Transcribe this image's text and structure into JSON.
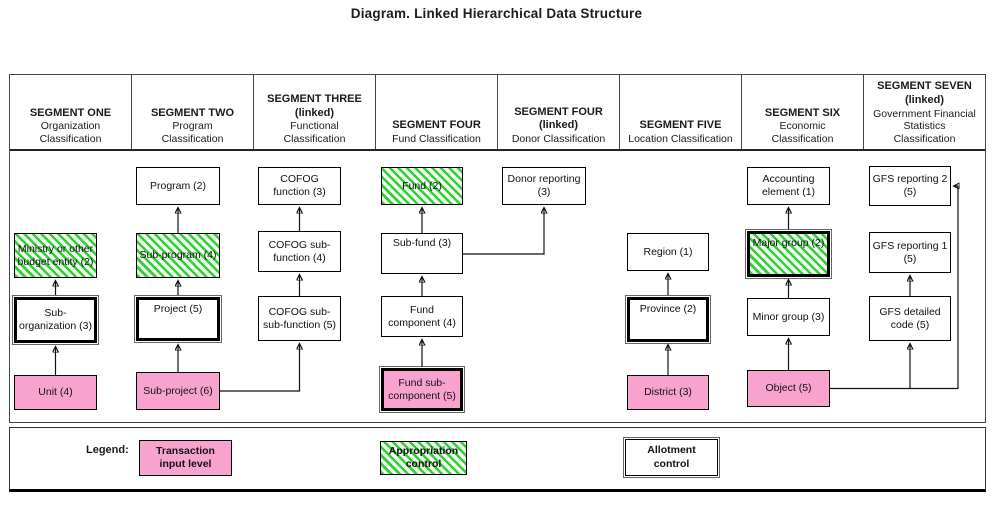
{
  "title": "Diagram. Linked Hierarchical Data Structure",
  "colors": {
    "pink": "#F8A3CE",
    "hatch_green": "#35CD35",
    "line": "#111111"
  },
  "segments": [
    {
      "name": "SEGMENT ONE",
      "desc": "Organization\nClassification"
    },
    {
      "name": "SEGMENT TWO",
      "desc": "Program\nClassification"
    },
    {
      "name": "SEGMENT THREE\n(linked)",
      "desc": "Functional\nClassification"
    },
    {
      "name": "SEGMENT FOUR",
      "desc": "Fund Classification"
    },
    {
      "name": "SEGMENT FOUR\n(linked)",
      "desc": "Donor Classification"
    },
    {
      "name": "SEGMENT FIVE",
      "desc": "Location Classification"
    },
    {
      "name": "SEGMENT SIX",
      "desc": "Economic\nClassification"
    },
    {
      "name": "SEGMENT SEVEN\n(linked)",
      "desc": "Government Financial\nStatistics\nClassification"
    }
  ],
  "nodes": {
    "ministry": "Ministry or other budget entity (2)",
    "suborg": "Sub-organization (3)",
    "unit": "Unit (4)",
    "program": "Program (2)",
    "subprogram": "Sub-program (4)",
    "project": "Project (5)",
    "subproject": "Sub-project (6)",
    "cofog_function": "COFOG function (3)",
    "cofog_sub_function": "COFOG sub-function (4)",
    "cofog_sub_sub_function": "COFOG sub-sub-function (5)",
    "fund": "Fund (2)",
    "subfund": "Sub-fund (3)",
    "fund_component": "Fund component (4)",
    "fund_sub_component": "Fund sub-component (5)",
    "donor_reporting": "Donor reporting (3)",
    "region": "Region (1)",
    "province": "Province (2)",
    "district": "District (3)",
    "accounting_element": "Accounting element (1)",
    "major_group": "Major group (2)",
    "minor_group": "Minor group (3)",
    "object": "Object (5)",
    "gfs_reporting_2": "GFS reporting 2\n(5)",
    "gfs_reporting_1": "GFS reporting 1\n(5)",
    "gfs_detailed_code": "GFS detailed code (5)"
  },
  "legend": {
    "label": "Legend:",
    "transaction": "Transaction\ninput level",
    "appropriation": "Appropriation\ncontrol",
    "allotment": "Allotment\ncontrol"
  }
}
